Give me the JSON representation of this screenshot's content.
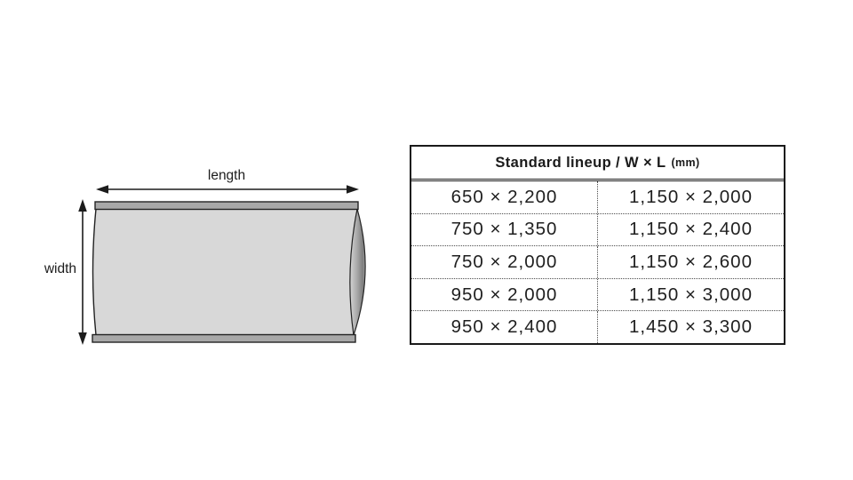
{
  "diagram": {
    "length_label": "length",
    "width_label": "width",
    "colors": {
      "body_fill": "#d8d8d8",
      "strip_fill": "#a8a8a8",
      "outline": "#222222",
      "cap_light": "#d4d4d4",
      "cap_mid": "#aaaaaa",
      "cap_dark": "#7d7d7d"
    }
  },
  "table": {
    "header": {
      "main": "Standard lineup / W × L",
      "unit": "(mm)"
    },
    "rows": [
      {
        "left": "650 × 2,200",
        "right": "1,150 × 2,000"
      },
      {
        "left": "750 × 1,350",
        "right": "1,150 × 2,400"
      },
      {
        "left": "750 × 2,000",
        "right": "1,150 × 2,600"
      },
      {
        "left": "950 × 2,000",
        "right": "1,150 × 3,000"
      },
      {
        "left": "950 × 2,400",
        "right": "1,450 × 3,300"
      }
    ]
  }
}
